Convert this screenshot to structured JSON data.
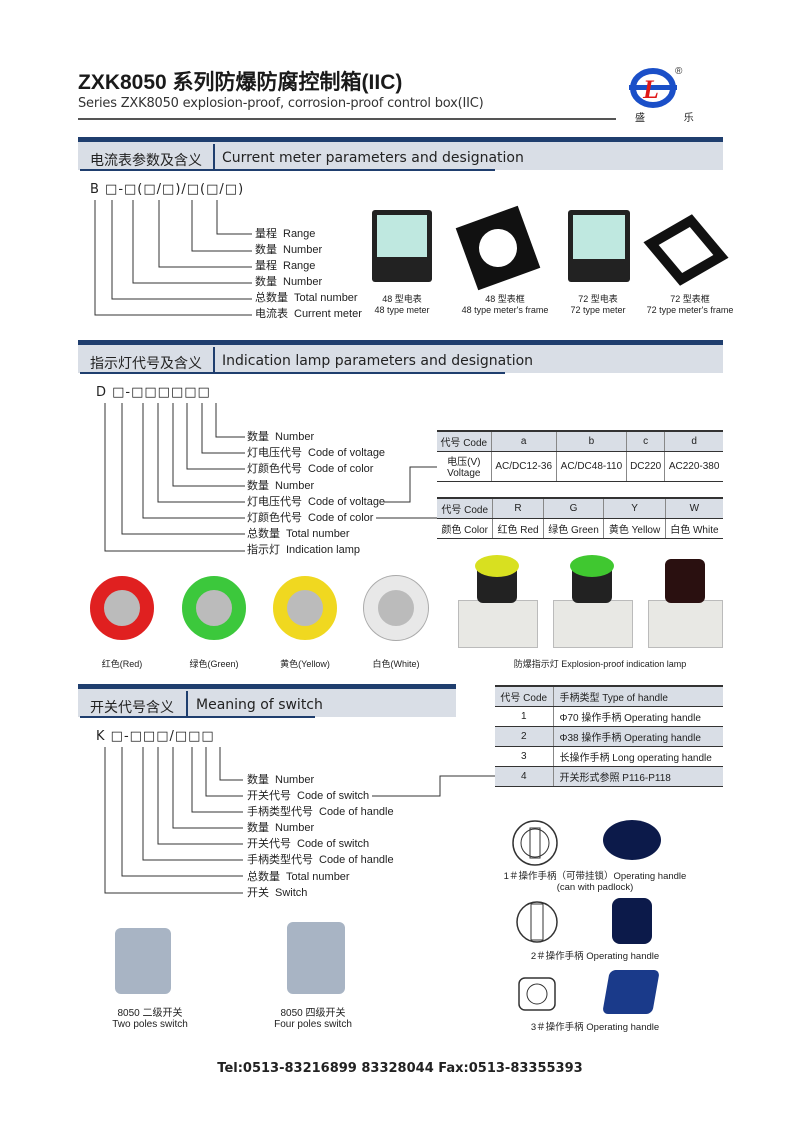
{
  "header": {
    "title": "ZXK8050 系列防爆防腐控制箱(IIC)",
    "subtitle": "Series ZXK8050 explosion-proof, corrosion-proof control box(IIC)",
    "logo_text": "盛 乐",
    "registered": "®"
  },
  "sections": [
    {
      "zh": "电流表参数及含义",
      "en": "Current meter parameters and designation"
    },
    {
      "zh": "指示灯代号及含义",
      "en": "Indication lamp parameters and designation"
    },
    {
      "zh": "开关代号含义",
      "en": "Meaning of switch"
    }
  ],
  "meter": {
    "code": "B □-□(□/□)/□(□/□)",
    "labels": [
      {
        "zh": "量程",
        "en": "Range"
      },
      {
        "zh": "数量",
        "en": "Number"
      },
      {
        "zh": "量程",
        "en": "Range"
      },
      {
        "zh": "数量",
        "en": "Number"
      },
      {
        "zh": "总数量",
        "en": "Total number"
      },
      {
        "zh": "电流表",
        "en": "Current meter"
      }
    ],
    "products": [
      {
        "zh": "48 型电表",
        "en": "48 type meter"
      },
      {
        "zh": "48 型表框",
        "en": "48 type meter's frame"
      },
      {
        "zh": "72 型电表",
        "en": "72 type meter"
      },
      {
        "zh": "72 型表框",
        "en": "72 type meter's frame"
      }
    ]
  },
  "lamp": {
    "code": "D □-□□□□□□",
    "labels": [
      {
        "zh": "数量",
        "en": "Number"
      },
      {
        "zh": "灯电压代号",
        "en": "Code of voltage"
      },
      {
        "zh": "灯颜色代号",
        "en": "Code of color"
      },
      {
        "zh": "数量",
        "en": "Number"
      },
      {
        "zh": "灯电压代号",
        "en": "Code of voltage"
      },
      {
        "zh": "灯颜色代号",
        "en": "Code of color"
      },
      {
        "zh": "总数量",
        "en": "Total number"
      },
      {
        "zh": "指示灯",
        "en": "Indication lamp"
      }
    ],
    "voltage_table": {
      "header": [
        "代号 Code",
        "a",
        "b",
        "c",
        "d"
      ],
      "row_label": [
        "电压(V)",
        "Voltage"
      ],
      "row": [
        "AC/DC12-36",
        "AC/DC48-110",
        "DC220",
        "AC220-380"
      ]
    },
    "color_table": {
      "header": [
        "代号 Code",
        "R",
        "G",
        "Y",
        "W"
      ],
      "row": [
        "颜色 Color",
        "红色 Red",
        "绿色 Green",
        "黄色 Yellow",
        "白色 White"
      ]
    },
    "rings": [
      {
        "label": "红色(Red)",
        "color": "#e02020"
      },
      {
        "label": "绿色(Green)",
        "color": "#3cc83c"
      },
      {
        "label": "黄色(Yellow)",
        "color": "#f0d820"
      },
      {
        "label": "白色(White)",
        "color": "#e8e8e8"
      }
    ],
    "indicator_caption": "防爆指示灯 Explosion-proof indication lamp"
  },
  "switch": {
    "code": "K □-□□□/□□□",
    "labels": [
      {
        "zh": "数量",
        "en": "Number"
      },
      {
        "zh": "开关代号",
        "en": "Code of switch"
      },
      {
        "zh": "手柄类型代号",
        "en": "Code of handle"
      },
      {
        "zh": "数量",
        "en": "Number"
      },
      {
        "zh": "开关代号",
        "en": "Code of switch"
      },
      {
        "zh": "手柄类型代号",
        "en": "Code of handle"
      },
      {
        "zh": "总数量",
        "en": "Total number"
      },
      {
        "zh": "开关",
        "en": "Switch"
      }
    ],
    "handle_table": {
      "header": [
        "代号 Code",
        "手柄类型 Type of handle"
      ],
      "rows": [
        [
          "1",
          "Φ70 操作手柄 Operating handle"
        ],
        [
          "2",
          "Φ38 操作手柄 Operating handle"
        ],
        [
          "3",
          "长操作手柄 Long operating handle"
        ],
        [
          "4",
          "开关形式参照 P116-P118"
        ]
      ]
    },
    "handles": [
      {
        "caption": "1＃操作手柄（可带挂锁）Operating handle",
        "caption2": "(can with padlock)"
      },
      {
        "caption": "2＃操作手柄 Operating handle"
      },
      {
        "caption": "3＃操作手柄 Operating handle"
      }
    ],
    "switches": [
      {
        "zh": "8050 二级开关",
        "en": "Two poles switch"
      },
      {
        "zh": "8050 四级开关",
        "en": "Four poles switch"
      }
    ]
  },
  "footer": "Tel:0513-83216899  83328044  Fax:0513-83355393"
}
